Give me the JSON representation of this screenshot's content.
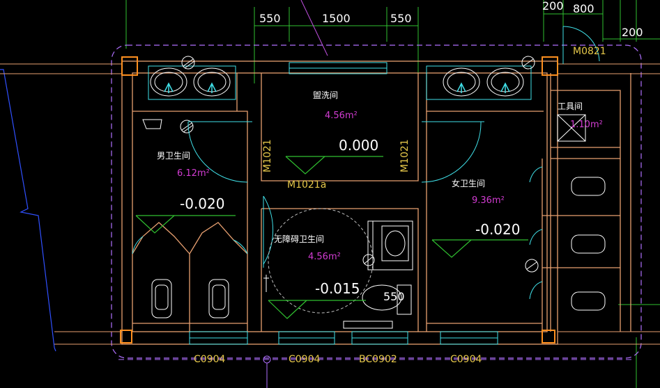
{
  "dimensions": {
    "top_left": "550",
    "top_mid": "1500",
    "top_right": "550",
    "top_far_1": "200",
    "top_far_2": "800",
    "top_far_3": "200",
    "inner": "550"
  },
  "rooms": {
    "wash": {
      "name": "盥洗间",
      "area": "4.56m²"
    },
    "men": {
      "name": "男卫生间",
      "area": "6.12m²"
    },
    "women": {
      "name": "女卫生间",
      "area": "9.36m²"
    },
    "tool": {
      "name": "工具间",
      "area": "1.10m²"
    },
    "accessible": {
      "name": "无障碍卫生间",
      "area": "4.56m²"
    }
  },
  "elevations": {
    "wash": "0.000",
    "men": "-0.020",
    "women": "-0.020",
    "accessible": "-0.015"
  },
  "doors": {
    "left": "M1021",
    "right": "M1021",
    "center": "M1021a",
    "tool": "M0821"
  },
  "windows": [
    "C0904",
    "C0904",
    "BC0902",
    "C0904"
  ],
  "colors": {
    "wall": "#e8a070",
    "window": "#40e0e8",
    "grid": "#30c030",
    "door_swing": "#40e0e8",
    "dash": "#b070ff",
    "label_yellow": "#e6c84a",
    "area_magenta": "#d23cd2"
  }
}
